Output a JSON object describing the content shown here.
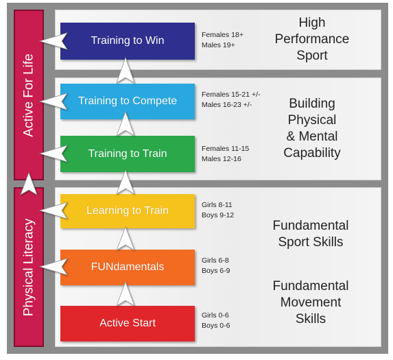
{
  "sidebars": {
    "active_for_life": "Active For Life",
    "physical_literacy": "Physical Literacy"
  },
  "stages": [
    {
      "label": "Training to Win",
      "color": "#2e2f8e",
      "ages": [
        "Females 18+",
        "Males 19+"
      ]
    },
    {
      "label": "Training to Compete",
      "color": "#29a8df",
      "ages": [
        "Females 15-21 +/-",
        "Males 16-23 +/-"
      ]
    },
    {
      "label": "Training to Train",
      "color": "#2aa84a",
      "ages": [
        "Females 11-15",
        "Males 12-16"
      ]
    },
    {
      "label": "Learning to Train",
      "color": "#f6c21c",
      "ages": [
        "Girls 8-11",
        "Boys 9-12"
      ]
    },
    {
      "label": "FUNdamentals",
      "color": "#f36a21",
      "ages": [
        "Girls 6-8",
        "Boys 6-9"
      ]
    },
    {
      "label": "Active Start",
      "color": "#e0262b",
      "ages": [
        "Girls 0-6",
        "Boys 0-6"
      ]
    }
  ],
  "categories": {
    "high_performance": [
      "High",
      "Performance",
      "Sport"
    ],
    "building_capability": [
      "Building",
      "Physical",
      "& Mental",
      "Capability"
    ],
    "fundamental_sport": [
      "Fundamental",
      "Sport Skills"
    ],
    "fundamental_movement": [
      "Fundamental",
      "Movement",
      "Skills"
    ]
  },
  "colors": {
    "sidebar": "#c81d4e",
    "frame": "#8b8b8b",
    "arrow": "#ffffff"
  }
}
